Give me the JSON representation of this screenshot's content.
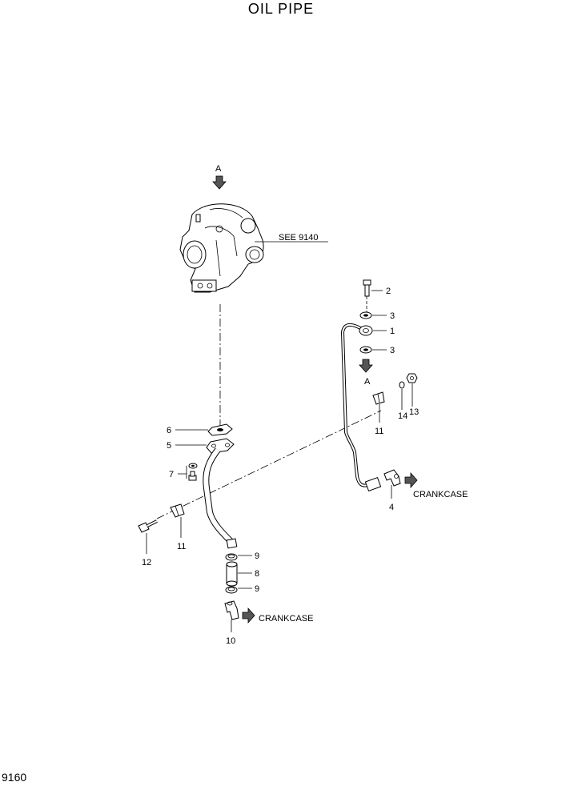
{
  "title": "OIL PIPE",
  "page_number": "9160",
  "arrow_refs": {
    "top": "A",
    "bottom": "A"
  },
  "callouts": {
    "see_ref": "SEE 9140",
    "crankcase_upper": "CRANKCASE",
    "crankcase_lower": "CRANKCASE"
  },
  "part_numbers": {
    "p1": "1",
    "p2": "2",
    "p3a": "3",
    "p3b": "3",
    "p4": "4",
    "p5": "5",
    "p6": "6",
    "p7": "7",
    "p8": "8",
    "p9a": "9",
    "p9b": "9",
    "p10": "10",
    "p11a": "11",
    "p11b": "11",
    "p12": "12",
    "p13": "13",
    "p14": "14"
  }
}
